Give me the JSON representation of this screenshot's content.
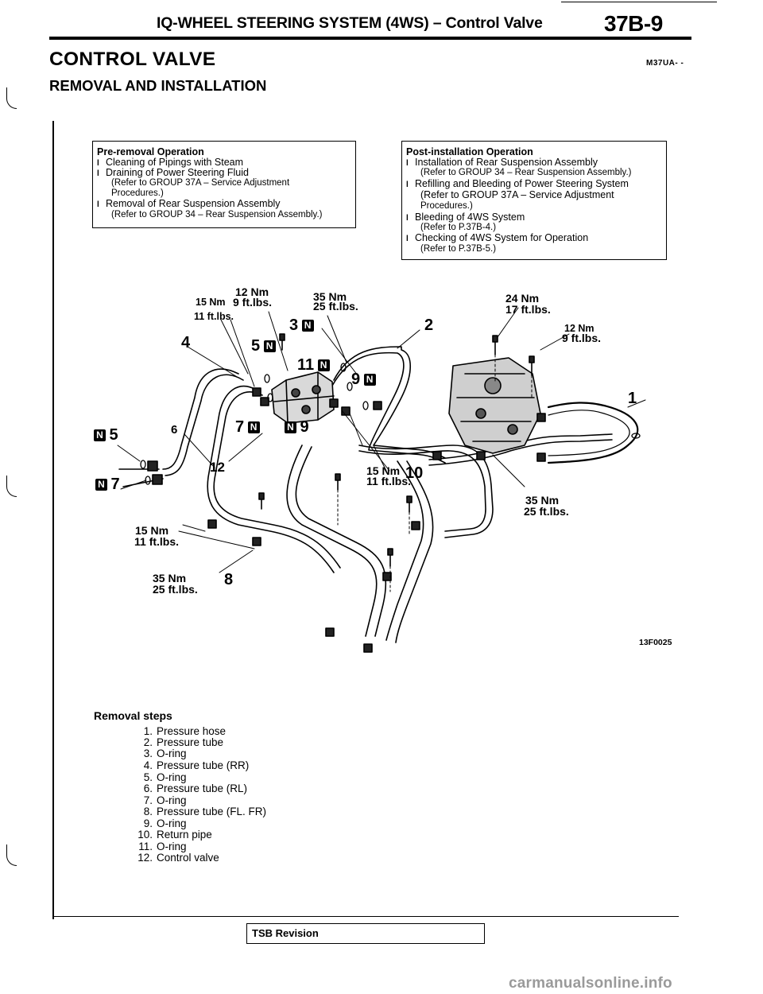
{
  "header": {
    "title": "IQ-WHEEL STEERING SYSTEM (4WS) – Control Valve",
    "page_number": "37B-9"
  },
  "section": {
    "title": "CONTROL VALVE",
    "code": "M37UA- -",
    "subtitle": "REMOVAL AND INSTALLATION"
  },
  "pre_removal": {
    "title": "Pre-removal Operation",
    "items": [
      "Cleaning of Pipings with Steam",
      "Draining of Power Steering Fluid",
      "(Refer to GROUP 37A – Service Adjustment",
      "Procedures.)",
      "Removal of Rear Suspension Assembly",
      "(Refer to GROUP 34 – Rear Suspension Assembly.)"
    ]
  },
  "post_installation": {
    "title": "Post-installation Operation",
    "items": [
      "Installation of Rear Suspension Assembly",
      "(Refer to GROUP 34 – Rear Suspension Assembly.)",
      "Refilling and Bleeding of Power Steering System",
      "(Refer to GROUP 37A – Service Adjustment",
      "Procedures.)",
      "Bleeding of 4WS System",
      "(Refer to P.37B-4.)",
      "Checking of 4WS System for Operation",
      "(Refer to P.37B-5.)"
    ]
  },
  "diagram": {
    "badge": "N",
    "torques": {
      "t12nm_top": "12 Nm",
      "t9ft_top": "9 ft.lbs.",
      "t15nm_a": "15 Nm",
      "t11ft_a": "11 ft.lbs.",
      "t35nm_a": "35 Nm",
      "t25ft_a": "25 ft.lbs.",
      "t24nm": "24 Nm",
      "t17ft": "17 ft.lbs.",
      "t12nm_r": "12 Nm",
      "t9ft_r": "9 ft.lbs.",
      "t15nm_b": "15 Nm",
      "t11ft_b": "11 ft.lbs.",
      "t35nm_b": "35 Nm",
      "t25ft_b": "25 ft.lbs.",
      "t15nm_c": "15 Nm",
      "t11ft_c": "11 ft.lbs.",
      "t35nm_c": "35 Nm",
      "t25ft_c": "25 ft.lbs."
    },
    "callouts": {
      "c1": "1",
      "c2": "2",
      "c3": "3",
      "c4": "4",
      "c5a": "5",
      "c5b": "5",
      "c6": "6",
      "c7a": "7",
      "c7b": "7",
      "c8": "8",
      "c9a": "9",
      "c9b": "9",
      "c10": "10",
      "c11": "11",
      "c12": "12"
    },
    "figure_code": "13F0025"
  },
  "removal_steps": {
    "title": "Removal steps",
    "items": [
      {
        "n": "1.",
        "text": "Pressure hose"
      },
      {
        "n": "2.",
        "text": "Pressure tube"
      },
      {
        "n": "3.",
        "text": "O-ring"
      },
      {
        "n": "4.",
        "text": "Pressure tube (RR)"
      },
      {
        "n": "5.",
        "text": "O-ring"
      },
      {
        "n": "6.",
        "text": "Pressure tube (RL)"
      },
      {
        "n": "7.",
        "text": "O-ring"
      },
      {
        "n": "8.",
        "text": "Pressure tube (FL. FR)"
      },
      {
        "n": "9.",
        "text": "O-ring"
      },
      {
        "n": "10.",
        "text": "Return pipe"
      },
      {
        "n": "11.",
        "text": "O-ring"
      },
      {
        "n": "12.",
        "text": "Control valve"
      }
    ]
  },
  "footer": {
    "tsb": "TSB Revision",
    "watermark": "carmanualsonline.info"
  }
}
